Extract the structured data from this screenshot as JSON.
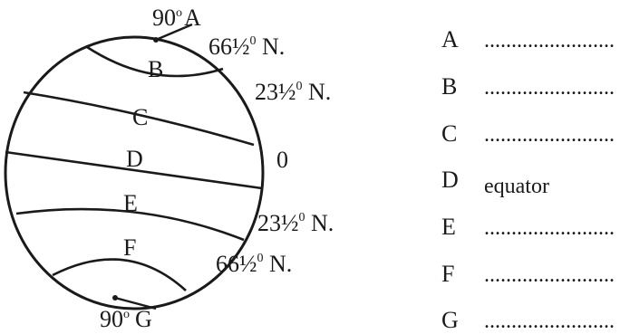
{
  "globe": {
    "zones": [
      "B",
      "C",
      "D",
      "E",
      "F"
    ],
    "north_pole": {
      "degree": "90",
      "degree_sym": "o",
      "letter": "A"
    },
    "south_pole": {
      "degree": "90",
      "degree_sym": "o",
      "letter": "G"
    },
    "latitudes": {
      "arctic": {
        "value": "66½",
        "sup": "0",
        "suffix": " N."
      },
      "cancer": {
        "value": "23½",
        "sup": "0",
        "suffix": " N."
      },
      "equator": {
        "value": "0"
      },
      "capricorn": {
        "value": "23½",
        "sup": "0",
        "suffix": " N."
      },
      "antarctic": {
        "value": "66½",
        "sup": "0",
        "suffix": " N."
      }
    }
  },
  "answers": [
    {
      "letter": "A",
      "answer": ""
    },
    {
      "letter": "B",
      "answer": ""
    },
    {
      "letter": "C",
      "answer": ""
    },
    {
      "letter": "D",
      "answer": "equator"
    },
    {
      "letter": "E",
      "answer": ""
    },
    {
      "letter": "F",
      "answer": ""
    },
    {
      "letter": "G",
      "answer": ""
    }
  ],
  "blank_line": "........................"
}
